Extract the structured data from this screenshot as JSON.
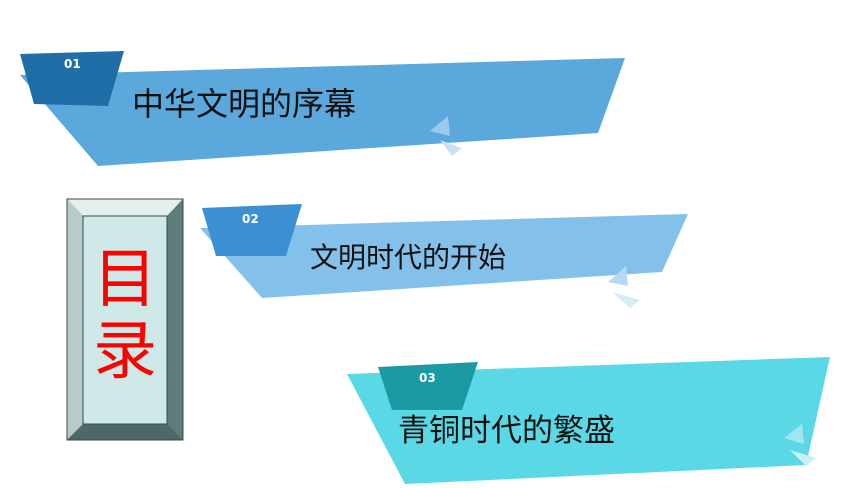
{
  "toc": {
    "label_char_1": "目",
    "label_char_2": "录",
    "label_color": "#ff0000"
  },
  "sections": [
    {
      "number": "01",
      "title": "中华文明的序幕",
      "color": "#5ba8dc",
      "badge_color": "#1f6ea8"
    },
    {
      "number": "02",
      "title": "文明时代的开始",
      "color": "#83c1ea",
      "badge_color": "#3b8fd3"
    },
    {
      "number": "03",
      "title": "青铜时代的繁盛",
      "color": "#5ad8e6",
      "badge_color": "#1c9aa4"
    }
  ]
}
